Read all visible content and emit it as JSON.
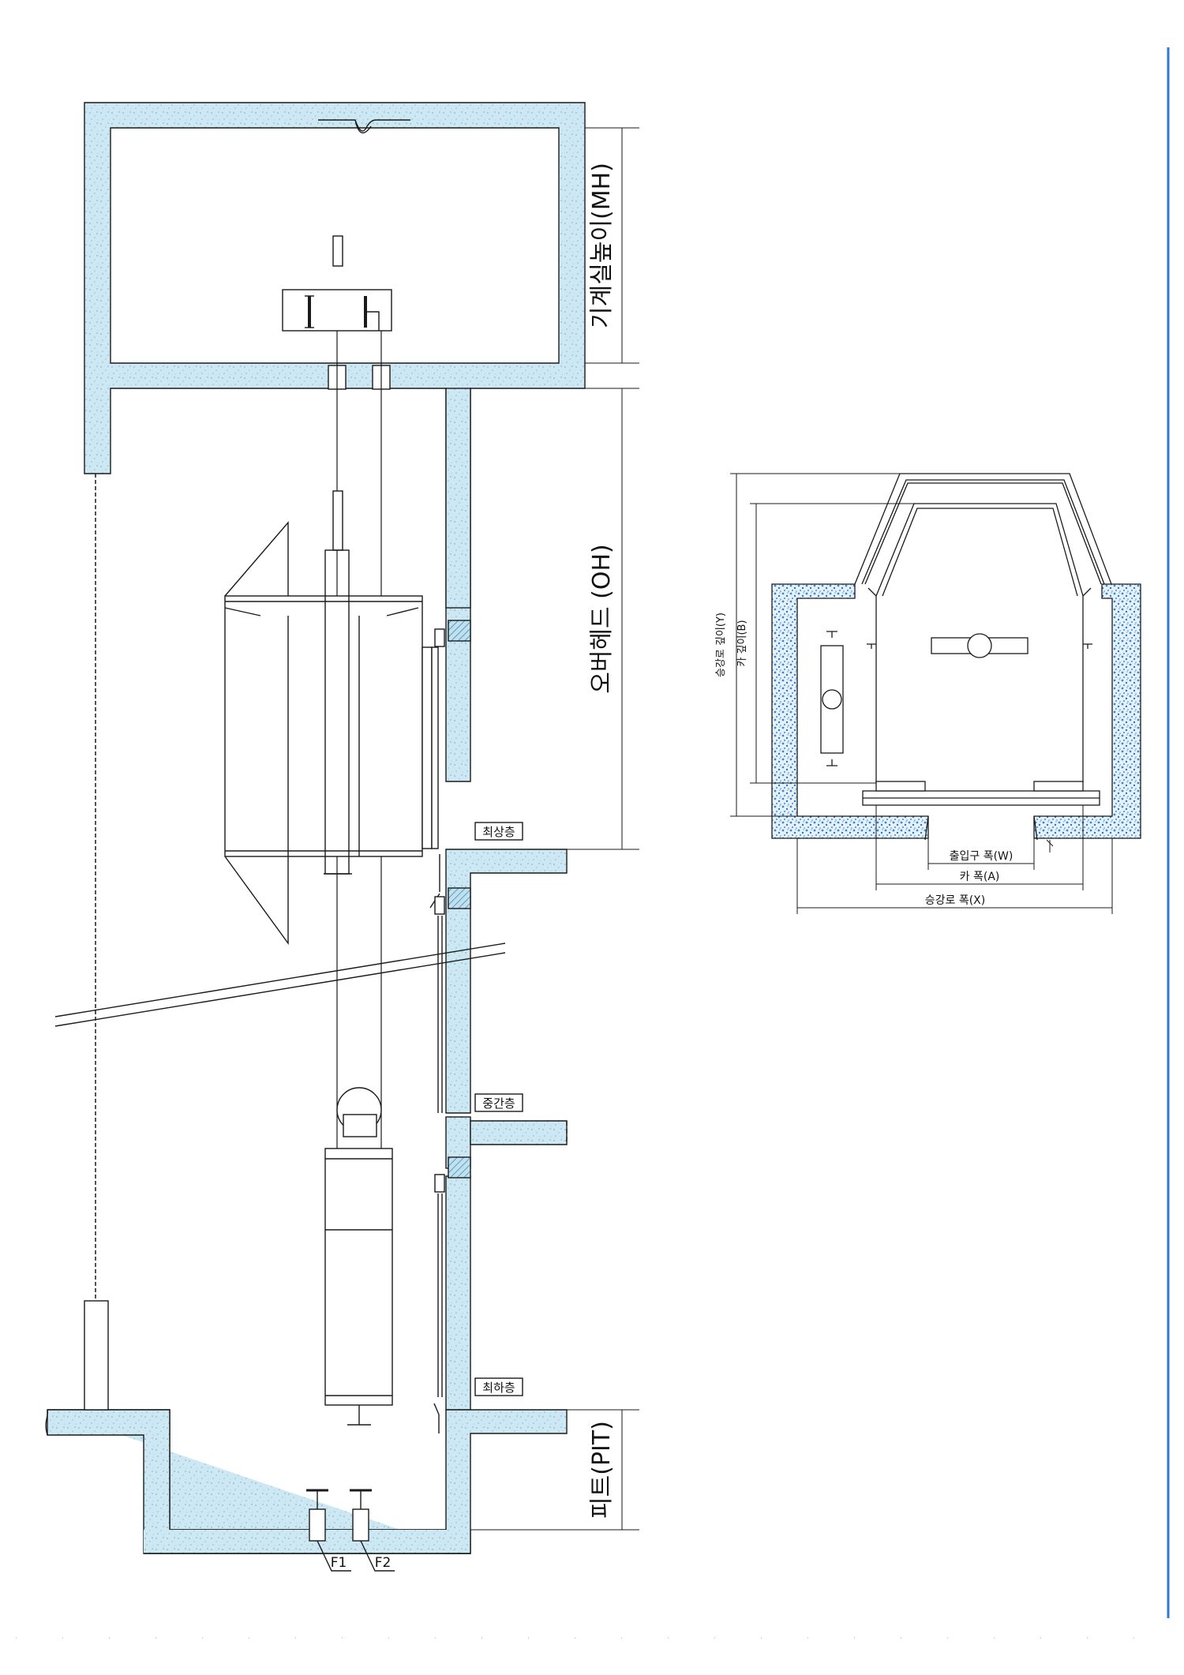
{
  "section": {
    "mh_label": "기계실높이(MH)",
    "oh_label": "오버헤드 (OH)",
    "pit_label": "피트(PIT)",
    "floors": {
      "top": "최상층",
      "middle": "중간층",
      "bottom": "최하층"
    },
    "buffers": [
      "F1",
      "F2"
    ]
  },
  "plan": {
    "hoistway_depth": "승강로 깊이(Y)",
    "car_depth": "카 깊이(B)",
    "entrance_width": "출입구 폭(W)",
    "car_width": "카 폭(A)",
    "hoistway_width": "승강로 폭(X)"
  },
  "colors": {
    "concrete": "#c9e6f0",
    "accent_blue": "#1f6fd6",
    "line": "#1a1a1a"
  }
}
